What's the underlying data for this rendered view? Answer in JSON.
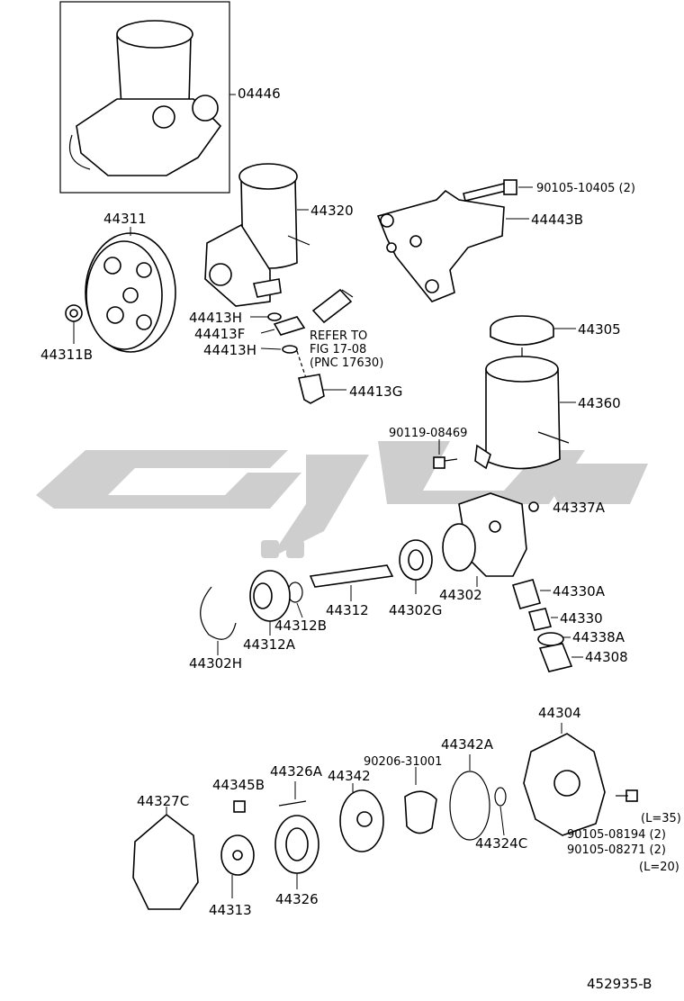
{
  "diagram": {
    "code": "452935-B",
    "watermark_color": "#cccccc",
    "line_color": "#000000",
    "labels": {
      "p04446": "04446",
      "p90105_10405": "90105-10405 (2)",
      "p44311": "44311",
      "p44320": "44320",
      "p44443B": "44443B",
      "p44311B": "44311B",
      "p44413H_a": "44413H",
      "p44413F": "44413F",
      "p44413H_b": "44413H",
      "refer1": "REFER TO",
      "refer2": "FIG 17-08",
      "refer3": "(PNC 17630)",
      "p44413G": "44413G",
      "p44305": "44305",
      "p44360": "44360",
      "p90119_08469": "90119-08469",
      "p44337A": "44337A",
      "p44330A": "44330A",
      "p44302": "44302",
      "p44302G": "44302G",
      "p44312": "44312",
      "p44312B": "44312B",
      "p44312A": "44312A",
      "p44302H": "44302H",
      "p44330": "44330",
      "p44338A": "44338A",
      "p44308": "44308",
      "p44304": "44304",
      "p44342A": "44342A",
      "p90206_31001": "90206-31001",
      "p44326A": "44326A",
      "p44342": "44342",
      "p44345B": "44345B",
      "p44327C": "44327C",
      "p44324C": "44324C",
      "pL35": "(L=35)",
      "p90105_08194": "90105-08194 (2)",
      "p90105_08271": "90105-08271 (2)",
      "pL20": "(L=20)",
      "p44313": "44313",
      "p44326": "44326"
    }
  }
}
